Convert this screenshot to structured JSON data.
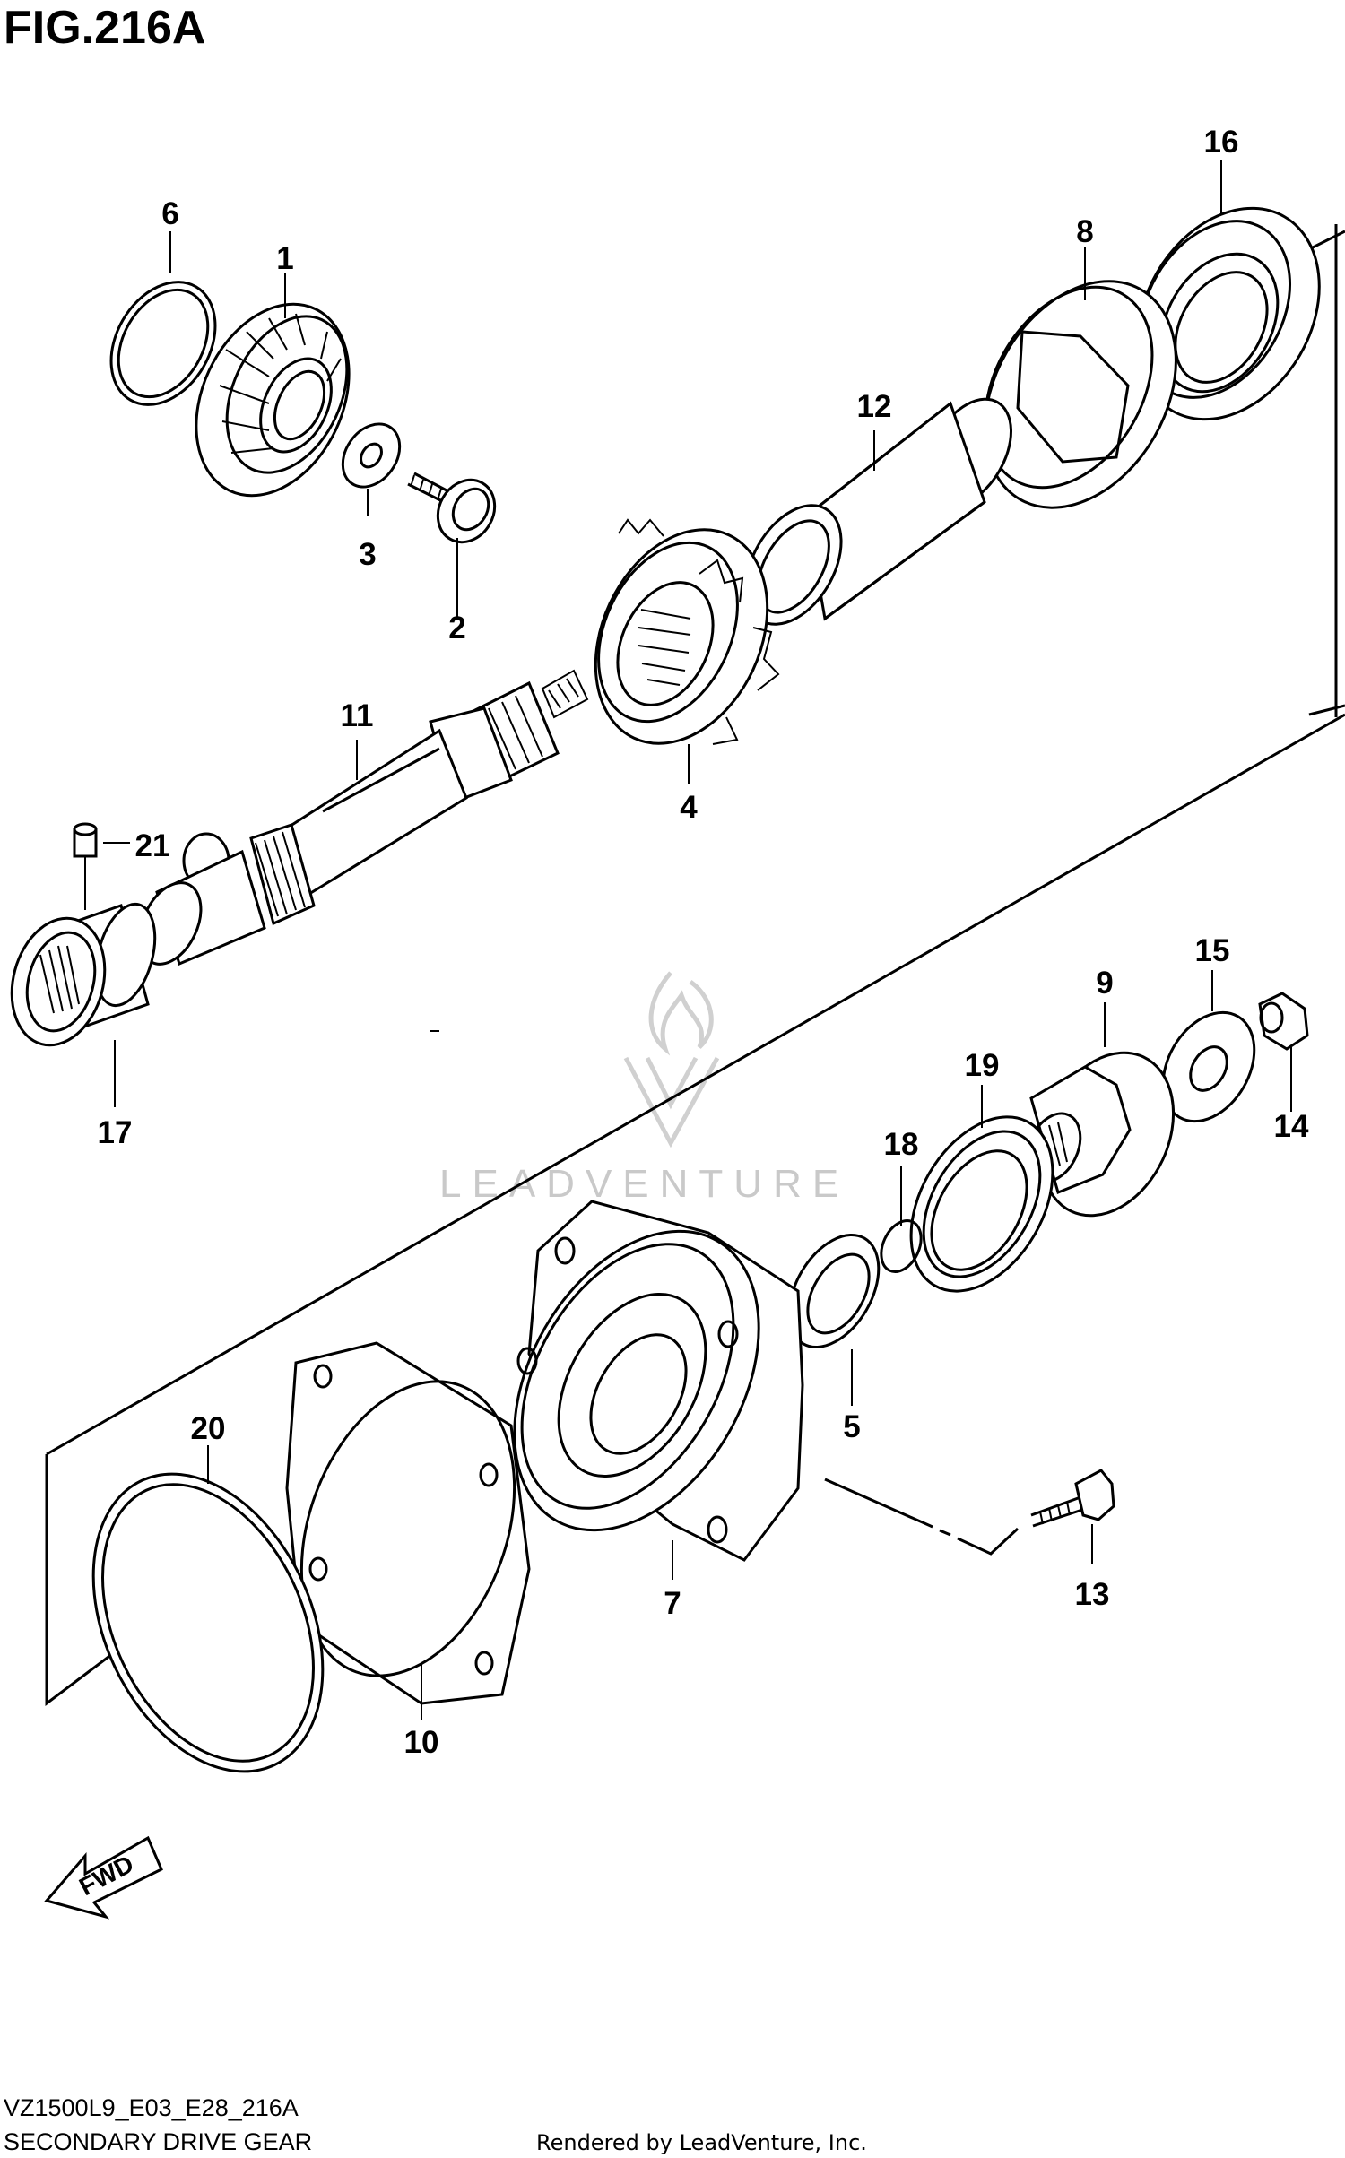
{
  "figure": {
    "title": "FIG.216A",
    "model_code": "VZ1500L9_E03_E28_216A",
    "subtitle": "SECONDARY DRIVE GEAR",
    "credit": "Rendered by LeadVenture, Inc.",
    "watermark": "LEADVENTURE",
    "direction_label": "FWD"
  },
  "callouts": [
    {
      "id": "1",
      "part": "bevel-gear-driven"
    },
    {
      "id": "2",
      "part": "bolt"
    },
    {
      "id": "3",
      "part": "washer"
    },
    {
      "id": "4",
      "part": "bevel-gear-drive"
    },
    {
      "id": "5",
      "part": "oil-seal"
    },
    {
      "id": "6",
      "part": "shim"
    },
    {
      "id": "7",
      "part": "gear-case-housing"
    },
    {
      "id": "8",
      "part": "bearing-retainer"
    },
    {
      "id": "9",
      "part": "coupling"
    },
    {
      "id": "10",
      "part": "gasket"
    },
    {
      "id": "11",
      "part": "shaft"
    },
    {
      "id": "12",
      "part": "spacer"
    },
    {
      "id": "13",
      "part": "bolt"
    },
    {
      "id": "14",
      "part": "nut"
    },
    {
      "id": "15",
      "part": "washer"
    },
    {
      "id": "16",
      "part": "bearing"
    },
    {
      "id": "17",
      "part": "needle-bearing"
    },
    {
      "id": "18",
      "part": "o-ring"
    },
    {
      "id": "19",
      "part": "bearing"
    },
    {
      "id": "20",
      "part": "shim"
    },
    {
      "id": "21",
      "part": "dowel-pin"
    }
  ]
}
